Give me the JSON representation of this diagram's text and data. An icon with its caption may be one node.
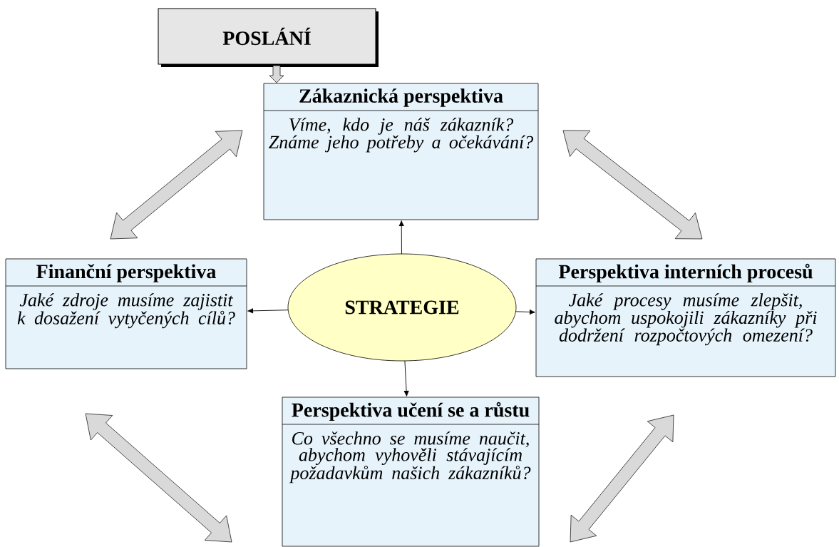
{
  "diagram": {
    "nodes": [
      {
        "text": [
          "POSLÁNÍ"
        ]
      },
      {
        "text": [
          "Zákaznická perspektiva",
          "Víme, kdo je náš zákazník? Známe jeho potřeby a očekávání?"
        ]
      },
      {
        "text": [
          "Finanční perspektiva",
          "Jaké zdroje musíme zajistit k dosažení vytyčených cílů?"
        ]
      },
      {
        "text": [
          "STRATEGIE"
        ]
      },
      {
        "text": [
          "Perspektiva interních procesů",
          "Jaké procesy musíme zlepšit, abychom uspokojili zákazníky při dodržení rozpočtových omezení?"
        ]
      },
      {
        "text": [
          "Perspektiva učení se a růstu",
          "Co všechno se musíme naučit, abychom vyhověli stávajícím požadavkům našich zákazníků?"
        ]
      }
    ],
    "edges": [
      {
        "from": 0,
        "to": 1,
        "arrow": "to",
        "style": "thick",
        "color": "#d9d9d9"
      },
      {
        "from": 2,
        "to": 1,
        "arrow": "both",
        "style": "thick",
        "color": "#d9d9d9"
      },
      {
        "from": 1,
        "to": 4,
        "arrow": "both",
        "style": "thick",
        "color": "#d9d9d9"
      },
      {
        "from": 3,
        "to": 1,
        "arrow": "to"
      },
      {
        "from": 3,
        "to": 2,
        "arrow": "to"
      },
      {
        "from": 3,
        "to": 4,
        "arrow": "to"
      },
      {
        "from": 3,
        "to": 5,
        "arrow": "to"
      },
      {
        "from": 2,
        "to": 5,
        "arrow": "both",
        "style": "thick",
        "color": "#d9d9d9"
      },
      {
        "from": 4,
        "to": 5,
        "arrow": "both",
        "style": "thick",
        "color": "#d9d9d9"
      }
    ]
  }
}
